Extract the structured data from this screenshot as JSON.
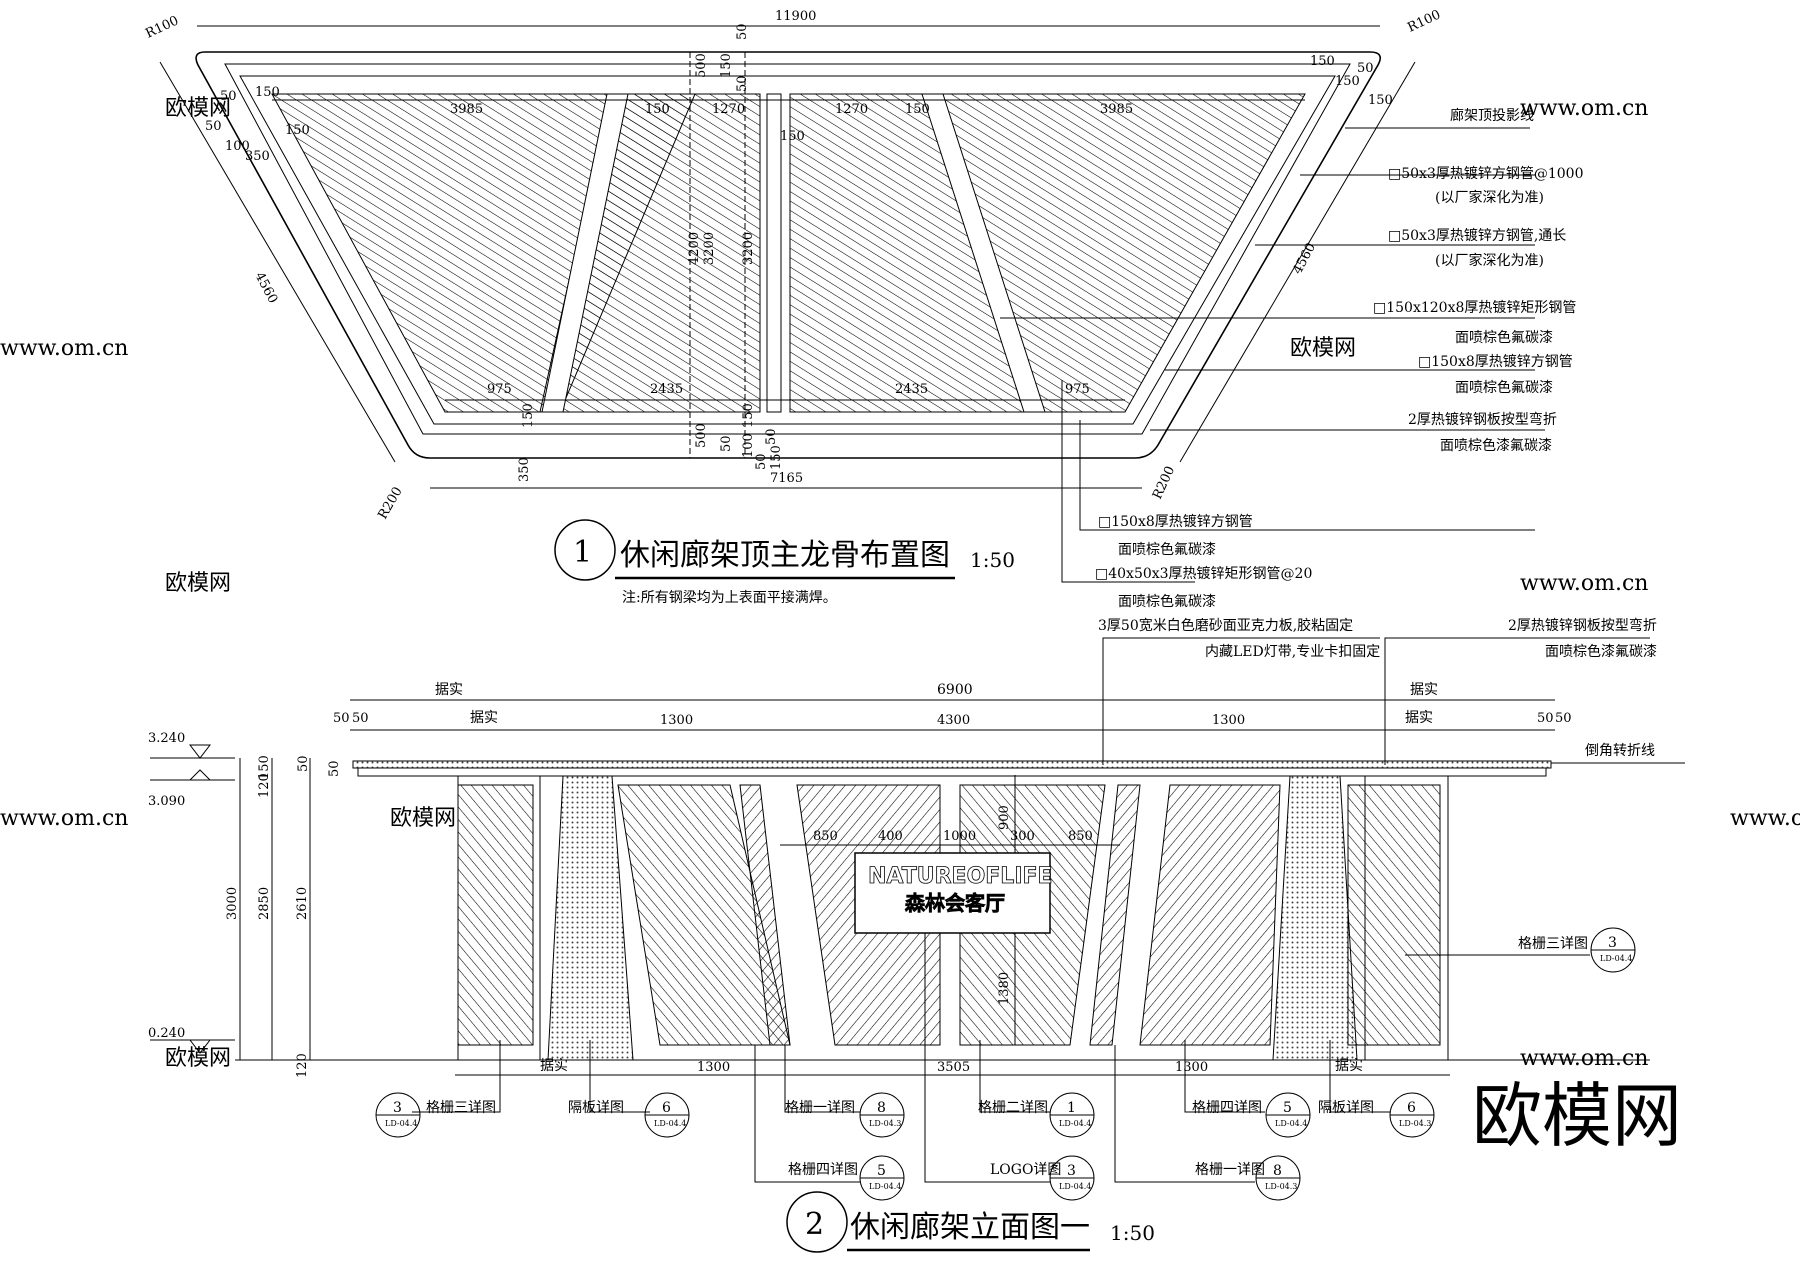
{
  "plan": {
    "top_dim": "11900",
    "radii": {
      "tl": "R100",
      "tr": "R100",
      "bl": "R200",
      "br": "R200"
    },
    "top_small_dims": [
      "50",
      "150",
      "50",
      "500",
      "150",
      "50",
      "150",
      "50",
      "150"
    ],
    "left_dims": [
      "50",
      "150",
      "50",
      "100",
      "350",
      "150",
      "4560"
    ],
    "right_dims": [
      "150",
      "150",
      "50",
      "150",
      "4560"
    ],
    "inner_dims": [
      "3985",
      "150",
      "1270",
      "1270",
      "150",
      "3985",
      "150"
    ],
    "vertical_dims": [
      "4200",
      "3200",
      "3200"
    ],
    "lower_dims": [
      "975",
      "2435",
      "2435",
      "975",
      "150",
      "150",
      "50"
    ],
    "bottom_small_dims": [
      "500",
      "50",
      "100",
      "50",
      "150"
    ],
    "bottom_dims": [
      "350",
      "7165"
    ],
    "notes": [
      "廊架顶投影线",
      "□50x3厚热镀锌方钢管@1000",
      "(以厂家深化为准)",
      "□50x3厚热镀锌方钢管,通长",
      "(以厂家深化为准)",
      "□150x120x8厚热镀锌矩形钢管",
      "面喷棕色氟碳漆",
      "□150x8厚热镀锌方钢管",
      "面喷棕色氟碳漆",
      "2厚热镀锌钢板按型弯折",
      "面喷棕色漆氟碳漆"
    ],
    "bottom_notes": [
      "□150x8厚热镀锌方钢管",
      "面喷棕色氟碳漆",
      "□40x50x3厚热镀锌矩形钢管@20",
      "面喷棕色氟碳漆"
    ],
    "caption_num": "1",
    "caption": "休闲廊架顶主龙骨布置图",
    "scale": "1:50",
    "footnote": "注:所有钢梁均为上表面平接满焊。"
  },
  "elevation": {
    "top_notes": [
      "3厚50宽米白色磨砂面亚克力板,胶粘固定",
      "内藏LED灯带,专业卡扣固定",
      "2厚热镀锌钢板按型弯折",
      "面喷棕色漆氟碳漆"
    ],
    "dims_row1": [
      "据实",
      "6900",
      "据实"
    ],
    "dims_row2": [
      "50",
      "50",
      "据实",
      "1300",
      "4300",
      "1300",
      "据实",
      "50",
      "50"
    ],
    "bevel_note": "倒角转折线",
    "levels": [
      "3.240",
      "3.090",
      "0.240"
    ],
    "left_vertical": [
      "150",
      "120",
      "50",
      "50",
      "3000",
      "2850",
      "2610",
      "120"
    ],
    "logo_dims": [
      "850",
      "400",
      "1000",
      "300",
      "850",
      "900",
      "1380"
    ],
    "logo_en": "NATUREOFLIFE",
    "logo_cn": "森林会客厅",
    "bottom_dims": [
      "据实",
      "1300",
      "3505",
      "1300",
      "据实"
    ],
    "callouts": [
      {
        "label": "格栅三详图",
        "num": "3",
        "sheet": "LD-04.4"
      },
      {
        "label": "隔板详图",
        "num": "6",
        "sheet": "LD-04.4"
      },
      {
        "label": "格栅一详图",
        "num": "8",
        "sheet": "LD-04.3"
      },
      {
        "label": "格栅二详图",
        "num": "1",
        "sheet": "LD-04.4"
      },
      {
        "label": "格栅四详图",
        "num": "5",
        "sheet": "LD-04.4"
      },
      {
        "label": "隔板详图",
        "num": "6",
        "sheet": "LD-04.3"
      },
      {
        "label": "格栅四详图",
        "num": "5",
        "sheet": "LD-04.4"
      },
      {
        "label": "LOGO详图",
        "num": "3",
        "sheet": "LD-04.4"
      },
      {
        "label": "格栅一详图",
        "num": "8",
        "sheet": "LD-04.3"
      },
      {
        "label": "格栅三详图",
        "num": "3",
        "sheet": "LD-04.4"
      }
    ],
    "caption_num": "2",
    "caption": "休闲廊架立面图一",
    "scale": "1:50"
  },
  "watermark": {
    "small": "欧模网",
    "url": "www.om.cn",
    "big": "欧模网"
  }
}
